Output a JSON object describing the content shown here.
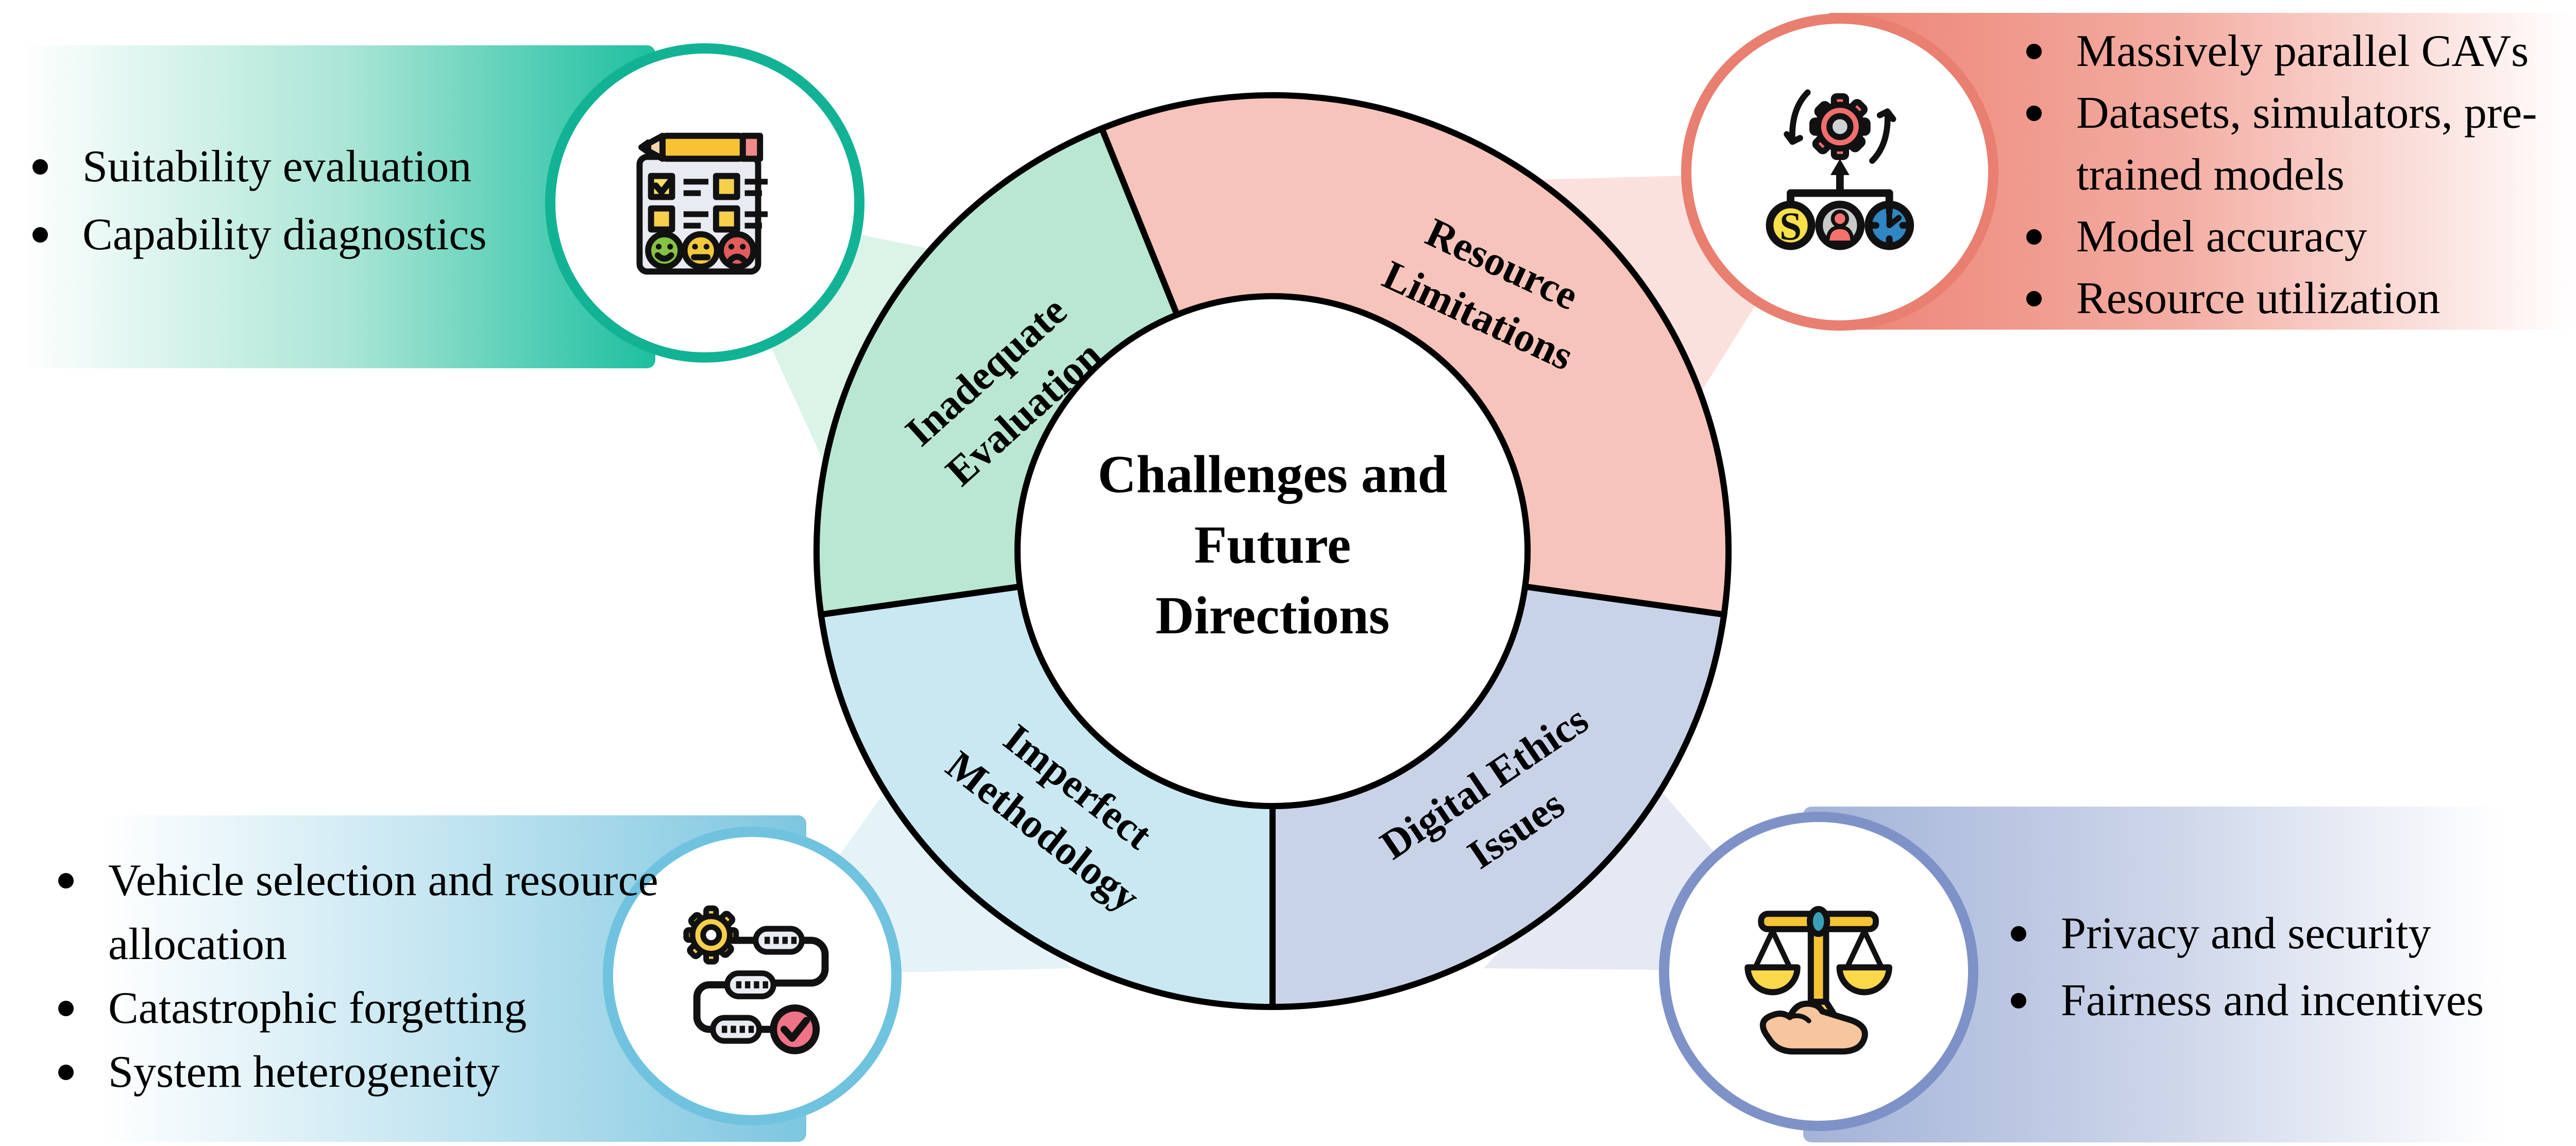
{
  "title": {
    "line1": "Challenges and",
    "line2": "Future",
    "line3": "Directions"
  },
  "segments": [
    {
      "id": "resource-limitations",
      "label_line1": "Resource",
      "label_line2": "Limitations",
      "color": "#f7c4bb"
    },
    {
      "id": "inadequate-evaluation",
      "label_line1": "Inadequate",
      "label_line2": "Evaluation",
      "color": "#b9e7d2"
    },
    {
      "id": "imperfect-methodology",
      "label_line1": "Imperfect",
      "label_line2": "Methodology",
      "color": "#c9e8f2"
    },
    {
      "id": "digital-ethics-issues",
      "label_line1": "Digital Ethics",
      "label_line2": "Issues",
      "color": "#c9d3e8"
    }
  ],
  "callouts": {
    "top_left": {
      "accent": "#12b394",
      "icon": "survey-checklist-icon",
      "items": [
        "Suitability evaluation",
        "Capability diagnostics"
      ]
    },
    "top_right": {
      "accent": "#e87f70",
      "icon": "resource-allocation-icon",
      "items": [
        "Massively parallel CAVs",
        "Datasets, simulators, pre-trained models",
        "Model accuracy",
        "Resource utilization"
      ]
    },
    "bottom_left": {
      "accent": "#70c3de",
      "icon": "workflow-process-icon",
      "items": [
        "Vehicle selection and resource allocation",
        "Catastrophic forgetting",
        "System heterogeneity"
      ]
    },
    "bottom_right": {
      "accent": "#7e92c7",
      "icon": "balance-scale-icon",
      "items": [
        "Privacy and security",
        "Fairness and incentives"
      ]
    }
  }
}
